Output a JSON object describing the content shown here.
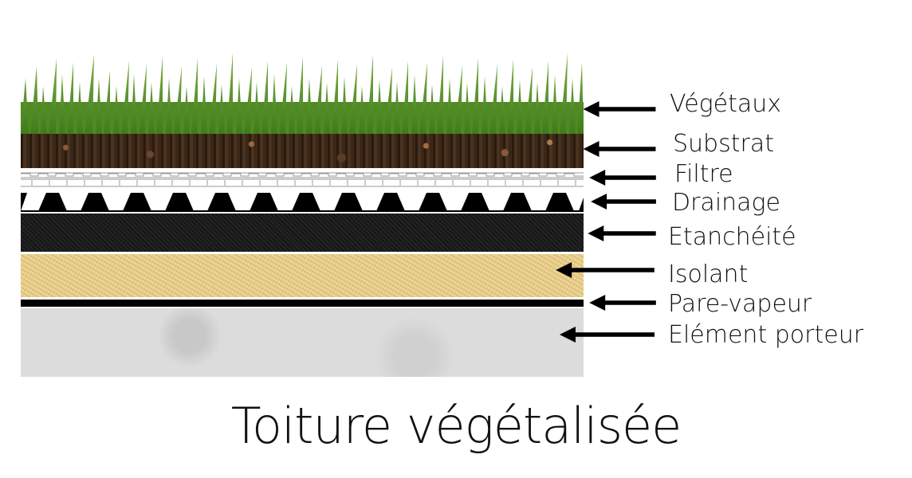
{
  "title": "Toiture végétalisée",
  "layers": [
    {
      "name": "Végétaux",
      "color": "#5a8f2a"
    },
    {
      "name": "Substrat",
      "color": "#3a2717"
    },
    {
      "name": "Filtre",
      "color": "#ffffff"
    },
    {
      "name": "Drainage",
      "color": "#000000"
    },
    {
      "name": "Etanchéité",
      "color": "#1c1c1c"
    },
    {
      "name": "Isolant",
      "color": "#e8cf8e"
    },
    {
      "name": "Pare-vapeur",
      "color": "#000000"
    },
    {
      "name": "Elément porteur",
      "color": "#dcdcdc"
    }
  ]
}
